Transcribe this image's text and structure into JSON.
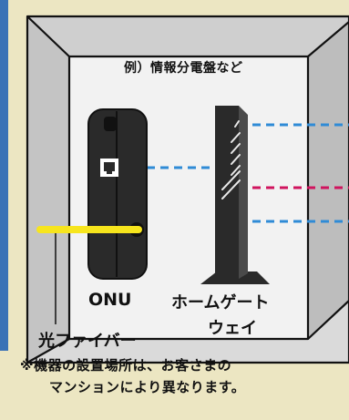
{
  "diagram": {
    "cabinet_label": "例）情報分電盤など",
    "onu_label": "ONU",
    "gateway_label_line1": "ホームゲート",
    "gateway_label_line2": "ウェイ",
    "fiber_label": "光ファイバー",
    "note_line1": "※機器の設置場所は、お客さまの",
    "note_line2": "マンションにより異なります。"
  },
  "colors": {
    "background": "#ece6c2",
    "left_accent_bar": "#3a72b6",
    "cabinet_front": "#d7d7d7",
    "cabinet_interior": "#f2f2f2",
    "device_body": "#2a2a2a",
    "fiber_cable": "#f7e51d",
    "lan_cable": "#2f8bd6",
    "magenta_cable": "#d0145e",
    "text": "#111111"
  },
  "icons": {
    "onu_device": "onu-device-icon",
    "gateway_device": "home-gateway-device-icon",
    "lan_port": "lan-port-icon"
  }
}
